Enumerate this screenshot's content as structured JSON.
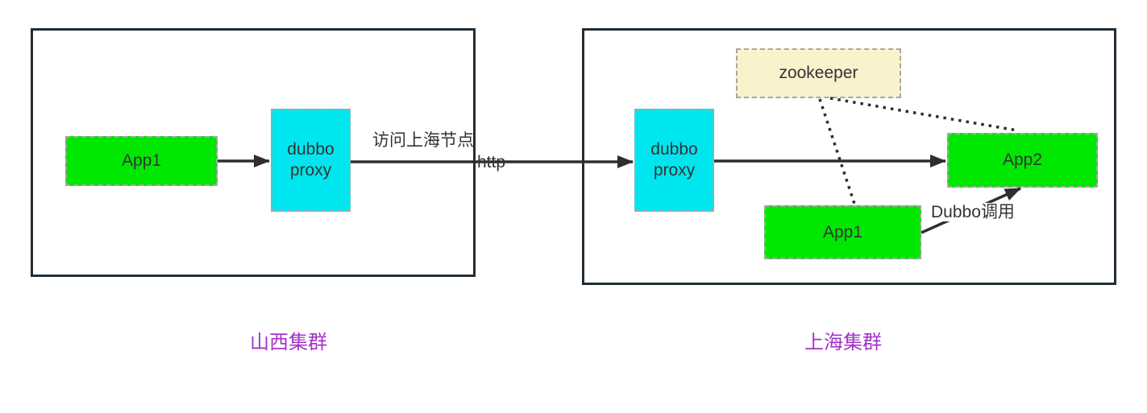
{
  "diagram": {
    "left_cluster": {
      "label": "山西集群",
      "app1": "App1",
      "proxy": "dubbo\nproxy"
    },
    "right_cluster": {
      "label": "上海集群",
      "proxy": "dubbo\nproxy",
      "zookeeper": "zookeeper",
      "app2": "App2",
      "app1": "App1"
    },
    "edge_labels": {
      "visit": "访问上海节点",
      "http": "http",
      "dubbo_call": "Dubbo调用"
    },
    "colors": {
      "green": "#00e802",
      "cyan": "#00e6ee",
      "yellow": "#faf2cc",
      "purple": "#a333c8",
      "frame": "#222d36",
      "line": "#2e2e2e",
      "box_border": "#a6a6a6",
      "text": "#333333"
    }
  }
}
